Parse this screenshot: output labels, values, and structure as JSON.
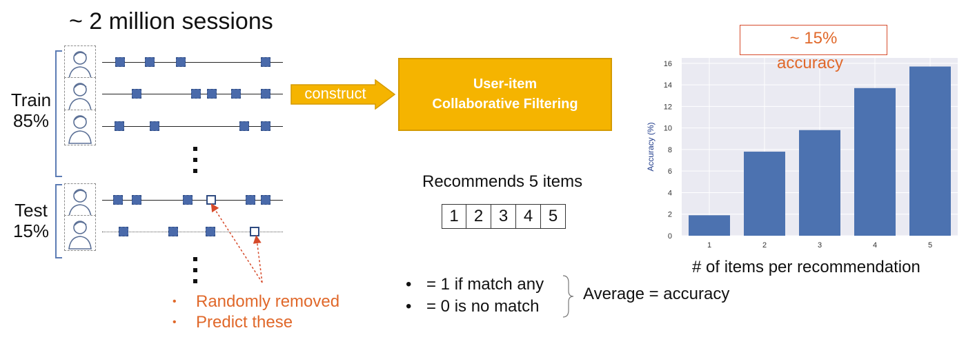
{
  "title": "~ 2 million sessions",
  "train": {
    "label": "Train",
    "percent": "85%"
  },
  "test": {
    "label": "Test",
    "percent": "15%"
  },
  "construct_label": "construct",
  "cf_box": {
    "line1": "User-item",
    "line2": "Collaborative Filtering"
  },
  "recommends_label": "Recommends 5 items",
  "rec_boxes": [
    "1",
    "2",
    "3",
    "4",
    "5"
  ],
  "match_bullets": [
    "= 1 if match any",
    "= 0 is no match"
  ],
  "average_label": "Average = accuracy",
  "removed_notes": [
    "Randomly removed",
    "Predict these"
  ],
  "annotation": {
    "line1": "~ 15%",
    "line2": "accuracy"
  },
  "colors": {
    "item": "#4a6aaa",
    "cf_box": "#f5b400",
    "orange": "#e0682a",
    "bar": "#4c72b0",
    "plot_bg": "#eaeaf2"
  },
  "icons": [
    "user-icon",
    "arrow-icon"
  ],
  "chart_data": {
    "type": "bar",
    "categories": [
      "1",
      "2",
      "3",
      "4",
      "5"
    ],
    "values": [
      1.9,
      7.8,
      9.8,
      13.7,
      15.7
    ],
    "ylabel": "Accuracy (%)",
    "xlabel": "# of items per recommendation",
    "ylim": [
      0,
      16.5
    ],
    "yticks": [
      "0",
      "2",
      "4",
      "6",
      "8",
      "10",
      "12",
      "14",
      "16"
    ],
    "grid": true
  }
}
